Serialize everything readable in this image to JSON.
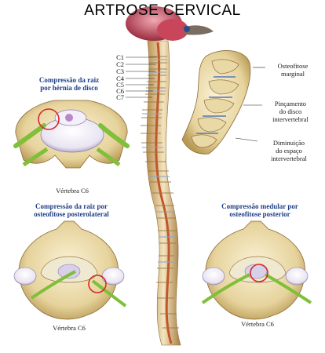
{
  "title": "ARTROSE CERVICAL",
  "levels": [
    "C1",
    "C2",
    "C3",
    "C4",
    "C5",
    "C6",
    "C7"
  ],
  "panels": {
    "top_left_caption_l1": "Compressão da raiz",
    "top_left_caption_l2": "por hérnia de disco",
    "top_left_vertebra": "Vértebra C6",
    "bottom_left_caption_l1": "Compressão da raiz por",
    "bottom_left_caption_l2": "osteofitose posterolateral",
    "bottom_left_vertebra": "Vértebra C6",
    "bottom_right_caption_l1": "Compressão medular por",
    "bottom_right_caption_l2": "osteofitose posterior",
    "bottom_right_vertebra": "Vértebra C6"
  },
  "side_labels": {
    "osteofitose_l1": "Osteofitose",
    "osteofitose_l2": "marginal",
    "pincamento_l1": "Pinçamento",
    "pincamento_l2": "do disco",
    "pincamento_l3": "intervertebral",
    "diminuicao_l1": "Diminuição",
    "diminuicao_l2": "do espaço",
    "diminuicao_l3": "intervertebral"
  },
  "colors": {
    "bone": "#e8d9a6",
    "bone_shadow": "#b99a55",
    "nerve": "#7fbf3a",
    "highlight_circle": "#d9282a",
    "caption": "#1f3f86",
    "cord": "#c2552a"
  }
}
